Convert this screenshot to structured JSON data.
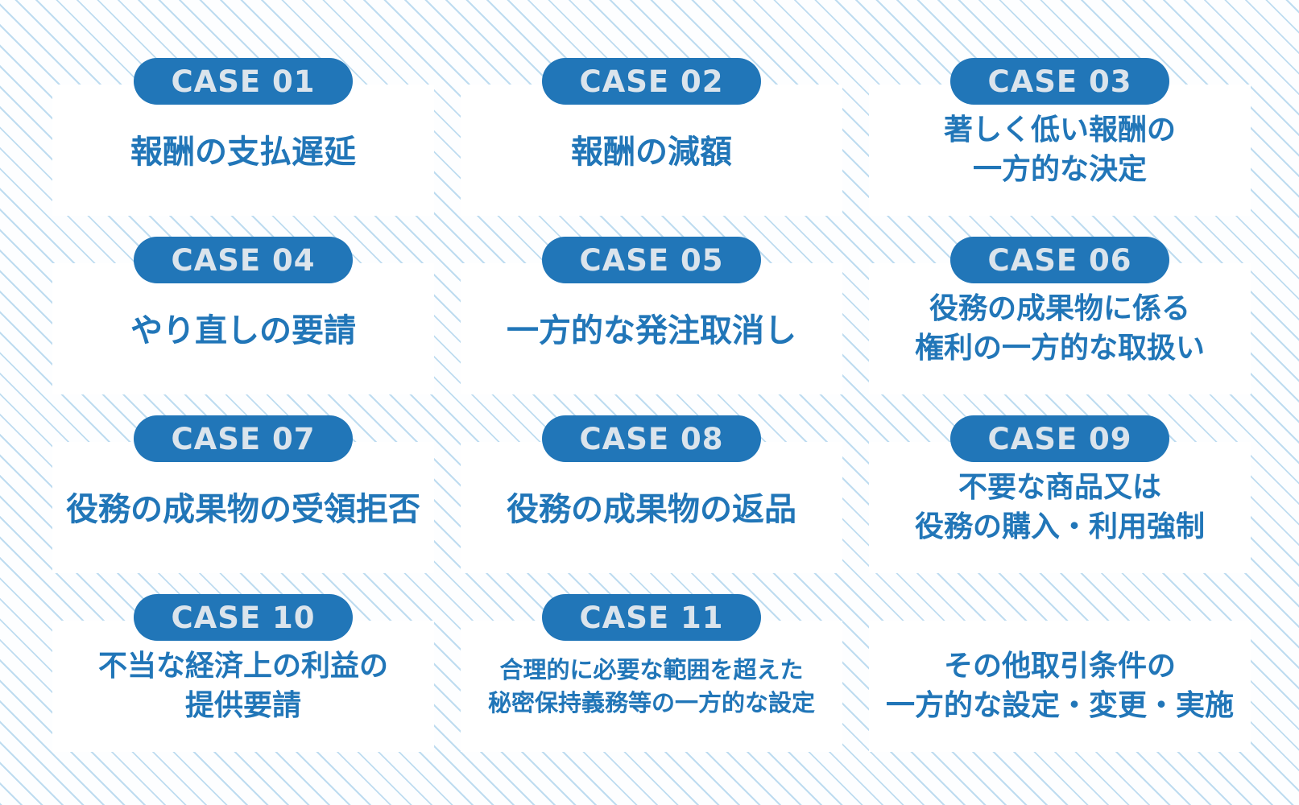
{
  "theme": {
    "accent": "#2176b8",
    "pill_text": "#dbe4ec",
    "card_bg": "#ffffff",
    "stripe": "#bedcf0",
    "page_bg": "#fdfeff"
  },
  "cards": [
    {
      "pill": "CASE 01",
      "has_pill": true,
      "lines": [
        "報酬の支払遅延"
      ],
      "size": "size-lg"
    },
    {
      "pill": "CASE 02",
      "has_pill": true,
      "lines": [
        "報酬の減額"
      ],
      "size": "size-lg"
    },
    {
      "pill": "CASE 03",
      "has_pill": true,
      "lines": [
        "著しく低い報酬の",
        "一方的な決定"
      ],
      "size": "size-md"
    },
    {
      "pill": "CASE 04",
      "has_pill": true,
      "lines": [
        "やり直しの要請"
      ],
      "size": "size-lg"
    },
    {
      "pill": "CASE 05",
      "has_pill": true,
      "lines": [
        "一方的な発注取消し"
      ],
      "size": "size-lg"
    },
    {
      "pill": "CASE 06",
      "has_pill": true,
      "lines": [
        "役務の成果物に係る",
        "権利の一方的な取扱い"
      ],
      "size": "size-md"
    },
    {
      "pill": "CASE 07",
      "has_pill": true,
      "lines": [
        "役務の成果物の受領拒否"
      ],
      "size": "size-lg"
    },
    {
      "pill": "CASE 08",
      "has_pill": true,
      "lines": [
        "役務の成果物の返品"
      ],
      "size": "size-lg"
    },
    {
      "pill": "CASE 09",
      "has_pill": true,
      "lines": [
        "不要な商品又は",
        "役務の購入・利用強制"
      ],
      "size": "size-md"
    },
    {
      "pill": "CASE 10",
      "has_pill": true,
      "lines": [
        "不当な経済上の利益の",
        "提供要請"
      ],
      "size": "size-md"
    },
    {
      "pill": "CASE 11",
      "has_pill": true,
      "lines": [
        "合理的に必要な範囲を超えた",
        "秘密保持義務等の一方的な設定"
      ],
      "size": "size-sm"
    },
    {
      "pill": "",
      "has_pill": false,
      "lines": [
        "その他取引条件の",
        "一方的な設定・変更・実施"
      ],
      "size": "size-md"
    }
  ]
}
